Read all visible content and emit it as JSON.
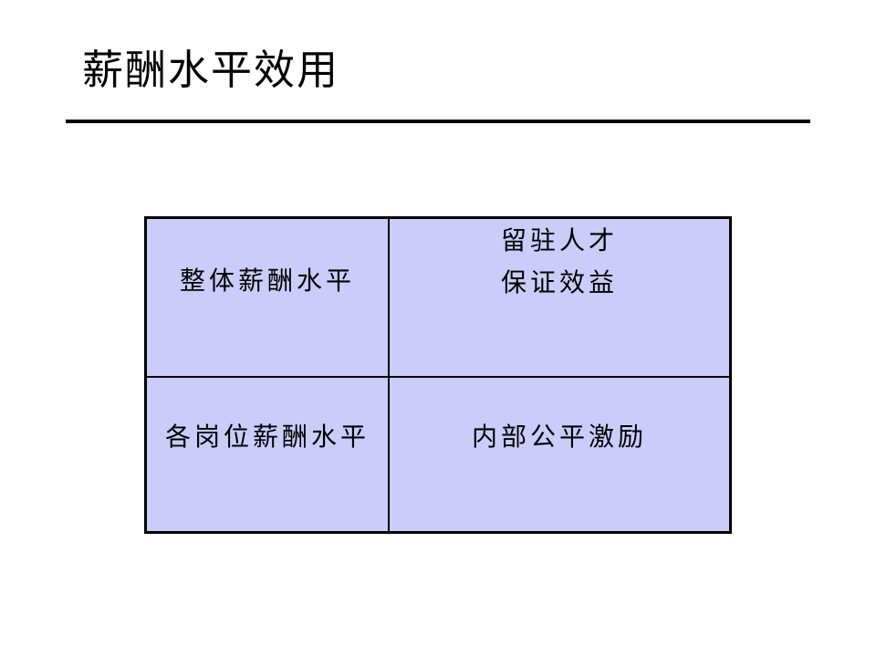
{
  "slide": {
    "title": "薪酬水平效用"
  },
  "matrix": {
    "colors": {
      "cell_background": "#ccccfa",
      "border": "#000000",
      "text": "#000000",
      "rule": "#000000"
    },
    "cells": [
      {
        "id": "overall-pay-level",
        "lines": [
          "整体薪酬水平"
        ]
      },
      {
        "id": "retain-talent-benefit",
        "lines": [
          "留驻人才",
          "保证效益"
        ]
      },
      {
        "id": "position-pay-level",
        "lines": [
          "各岗位薪酬水平"
        ]
      },
      {
        "id": "internal-fairness-incentive",
        "lines": [
          "内部公平激励"
        ]
      }
    ]
  }
}
